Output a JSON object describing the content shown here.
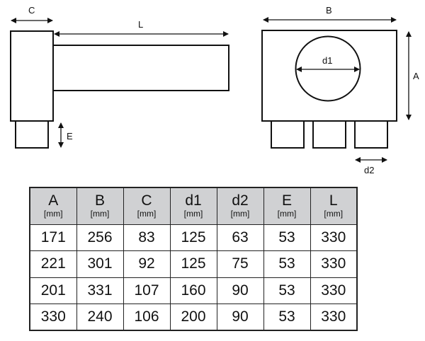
{
  "labels": {
    "side_width": "C",
    "side_length": "L",
    "side_stub_height": "E",
    "front_width": "B",
    "front_height": "A",
    "front_circle_diameter": "d1",
    "front_stub_diameter": "d2"
  },
  "table": {
    "headers": [
      {
        "label": "A",
        "unit": "[mm]"
      },
      {
        "label": "B",
        "unit": "[mm]"
      },
      {
        "label": "C",
        "unit": "[mm]"
      },
      {
        "label": "d1",
        "unit": "[mm]"
      },
      {
        "label": "d2",
        "unit": "[mm]"
      },
      {
        "label": "E",
        "unit": "[mm]"
      },
      {
        "label": "L",
        "unit": "[mm]"
      }
    ],
    "rows": [
      [
        "171",
        "256",
        "83",
        "125",
        "63",
        "53",
        "330"
      ],
      [
        "221",
        "301",
        "92",
        "125",
        "75",
        "53",
        "330"
      ],
      [
        "201",
        "331",
        "107",
        "160",
        "90",
        "53",
        "330"
      ],
      [
        "330",
        "240",
        "106",
        "200",
        "90",
        "53",
        "330"
      ]
    ]
  },
  "colors": {
    "line": "#111111",
    "header_fill": "#d0d1d3"
  }
}
